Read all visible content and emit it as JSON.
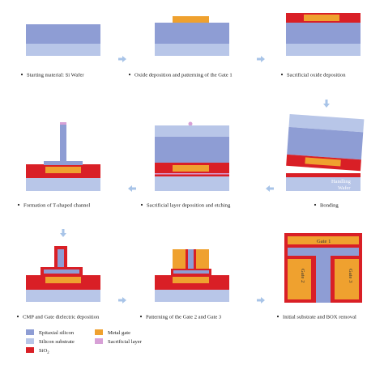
{
  "colors": {
    "epitaxial_silicon": "#8e9dd4",
    "silicon_substrate": "#b8c6e8",
    "sio2": "#d91f26",
    "metal_gate": "#efa12f",
    "sacrificial_layer": "#d7a0d6",
    "arrow": "#a8c4e8"
  },
  "steps": [
    {
      "caption": "Starting material: Si Wafer"
    },
    {
      "caption": "Oxide deposition and patterning of the Gate 1"
    },
    {
      "caption": "Sacrificial oxide deposition"
    },
    {
      "caption": "Formation of T-shaped channel"
    },
    {
      "caption": "Sacrificial layer deposition and etching"
    },
    {
      "caption": "Bonding"
    },
    {
      "caption": "CMP and Gate dielectric deposition"
    },
    {
      "caption": "Patterning of the Gate 2 and Gate 3"
    },
    {
      "caption": "Initial substrate and BOX removal"
    }
  ],
  "in_figure_labels": {
    "handling": "Handling",
    "wafer": "Wafer",
    "gate1": "Gate 1",
    "gate2": "Gate 2",
    "gate3": "Gate 3"
  },
  "legend": [
    {
      "label": "Epitaxial silicon",
      "color_key": "epitaxial_silicon"
    },
    {
      "label": "Metal gate",
      "color_key": "metal_gate"
    },
    {
      "label": "Silicon substrate",
      "color_key": "silicon_substrate"
    },
    {
      "label": "Sacrificial layer",
      "color_key": "sacrificial_layer"
    },
    {
      "label": "SiO2",
      "color_key": "sio2"
    }
  ]
}
